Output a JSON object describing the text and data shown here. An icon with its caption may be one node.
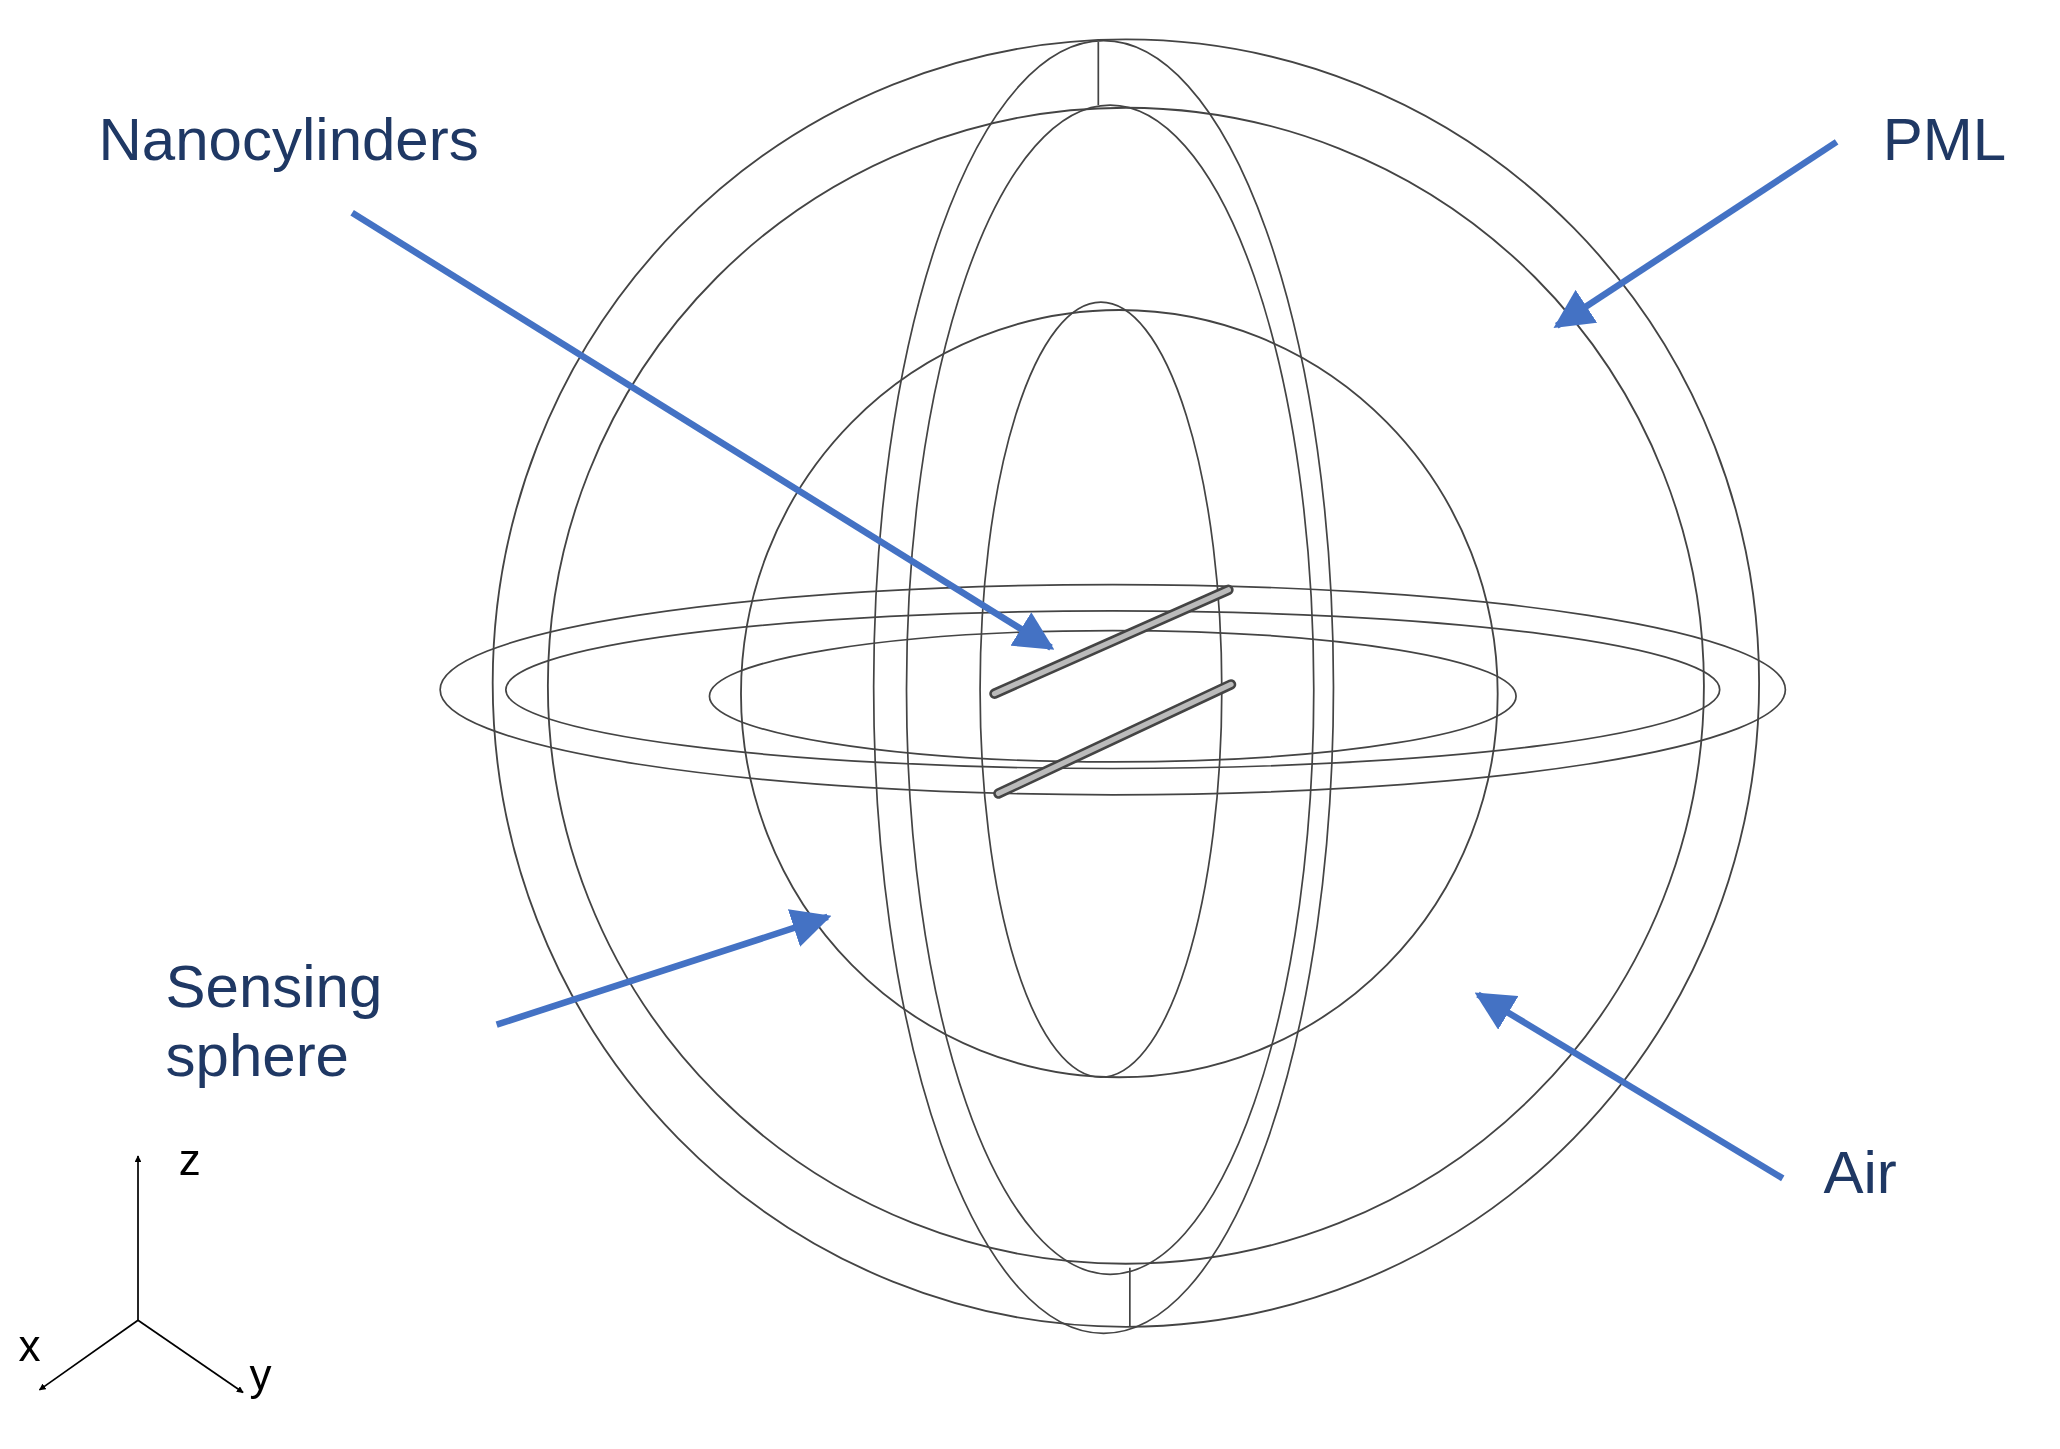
{
  "diagram": {
    "nodes": [
      {
        "text": [
          "Nanocylinders"
        ]
      },
      {
        "text": [],
        "shape": "cylinder",
        "in": 5
      },
      {
        "text": [
          "PML"
        ]
      },
      {
        "text": [],
        "shape": "circle"
      },
      {
        "text": [
          "Sensing sphere"
        ]
      },
      {
        "text": [],
        "shape": "circle",
        "in": 7
      },
      {
        "text": [
          "Air"
        ]
      },
      {
        "text": [],
        "shape": "circle",
        "in": 3
      }
    ],
    "edges": [
      {
        "from": 0,
        "to": 1,
        "arrow": "to"
      },
      {
        "from": 2,
        "to": 3,
        "arrow": "to"
      },
      {
        "from": 4,
        "to": 5,
        "arrow": "to"
      },
      {
        "from": 6,
        "to": 7,
        "arrow": "to"
      }
    ],
    "labels": [
      "z",
      "x",
      "y"
    ]
  }
}
